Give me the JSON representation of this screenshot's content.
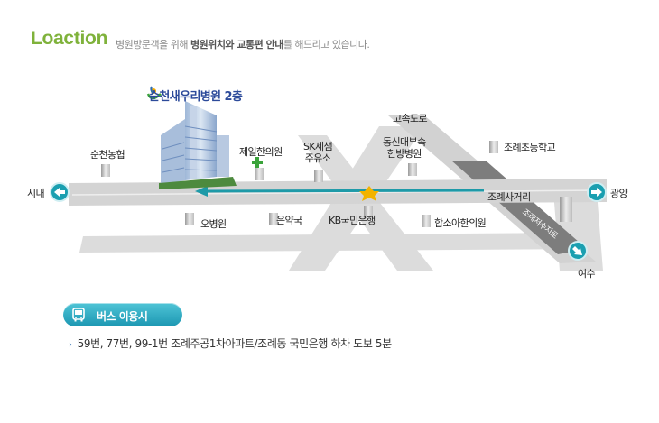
{
  "header": {
    "title": "Loaction",
    "subtitle_prefix": "병원방문객을 위해 ",
    "subtitle_bold": "병원위치와 교통편 안내",
    "subtitle_suffix": "를 해드리고 있습니다."
  },
  "map": {
    "hospital_name": "순천새우리병원 2층",
    "labels": {
      "suncheon_nonghyup": "순천농협",
      "jeil_clinic": "제일한의원",
      "sk_gas_line1": "SK세샘",
      "sk_gas_line2": "주유소",
      "expressway": "고속도로",
      "dongsin_line1": "동신대부속",
      "dongsin_line2": "한방병원",
      "jore_elementary": "조례초등학교",
      "city": "시내",
      "gwangyang": "광양",
      "jore_crossroad": "조례사거리",
      "obyeongwon": "오병원",
      "euneakguk": "은약국",
      "kb_bank": "KB국민은행",
      "hapso_clinic": "합소아한의원",
      "diagonal_road": "조례저수지로",
      "yeosu": "여수"
    },
    "colors": {
      "road": "#d9d9d9",
      "route": "#1e9aa8",
      "direction": "#1a9fb0",
      "hospital_text": "#2c4a9a",
      "title": "#7fb23b"
    }
  },
  "bus": {
    "label": "버스 이용시",
    "info": "59번, 77번, 99-1번 조례주공1차아파트/조례동 국민은행 하차 도보 5분"
  }
}
